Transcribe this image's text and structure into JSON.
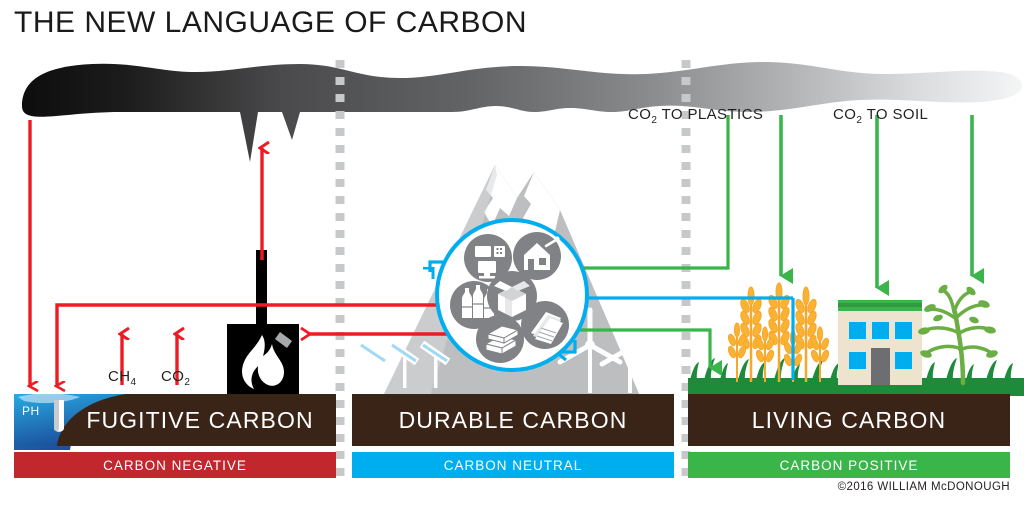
{
  "title": "THE NEW LANGUAGE OF CARBON",
  "copyright": "©2016 WILLIAM McDONOUGH",
  "annotations": {
    "ch4": "CH",
    "ch4_sub": "4",
    "co2_left": "CO",
    "co2_left_sub": "2",
    "co2_plastics": "CO",
    "co2_plastics_sub": "2",
    "co2_plastics_rest": " TO PLASTICS",
    "co2_soil": "CO",
    "co2_soil_sub": "2",
    "co2_soil_rest": " TO SOIL",
    "ph": "PH"
  },
  "sections": [
    {
      "id": "fugitive",
      "name": "FUGITIVE CARBON",
      "status": "CARBON NEGATIVE",
      "color": "#C1272D",
      "band_color": "#3A2317"
    },
    {
      "id": "durable",
      "name": "DURABLE CARBON",
      "status": "CARBON NEUTRAL",
      "color": "#00AEEF",
      "band_color": "#3A2317"
    },
    {
      "id": "living",
      "name": "LIVING CARBON",
      "status": "CARBON POSITIVE",
      "color": "#39B54A",
      "band_color": "#3A2317"
    }
  ],
  "circle_icons": [
    {
      "name": "electronics-icon",
      "label": "electronics"
    },
    {
      "name": "house-icon",
      "label": "house"
    },
    {
      "name": "bottles-icon",
      "label": "bottles"
    },
    {
      "name": "box-icon",
      "label": "package box"
    },
    {
      "name": "paper-icon",
      "label": "paper stack"
    },
    {
      "name": "lumber-icon",
      "label": "lumber"
    }
  ],
  "scene_elements": [
    {
      "name": "smoke-plume",
      "label": "smoke plume"
    },
    {
      "name": "furnace-icon",
      "label": "furnace with flame"
    },
    {
      "name": "mountain",
      "label": "mountain"
    },
    {
      "name": "wind-turbine",
      "label": "wind turbine"
    },
    {
      "name": "solar-panel",
      "label": "solar panel"
    },
    {
      "name": "wheat",
      "label": "wheat"
    },
    {
      "name": "green-roof-building",
      "label": "building with green roof"
    },
    {
      "name": "tree",
      "label": "tree"
    },
    {
      "name": "ocean-ph",
      "label": "ocean acidification"
    }
  ],
  "colors": {
    "red": "#C1272D",
    "arrow_red": "#ED1C24",
    "blue": "#00AEEF",
    "green": "#39B54A",
    "dark_green": "#009444",
    "brown": "#3A2317",
    "gray": "#BCBEC0",
    "dashed_divider": "#C7C8CA"
  }
}
